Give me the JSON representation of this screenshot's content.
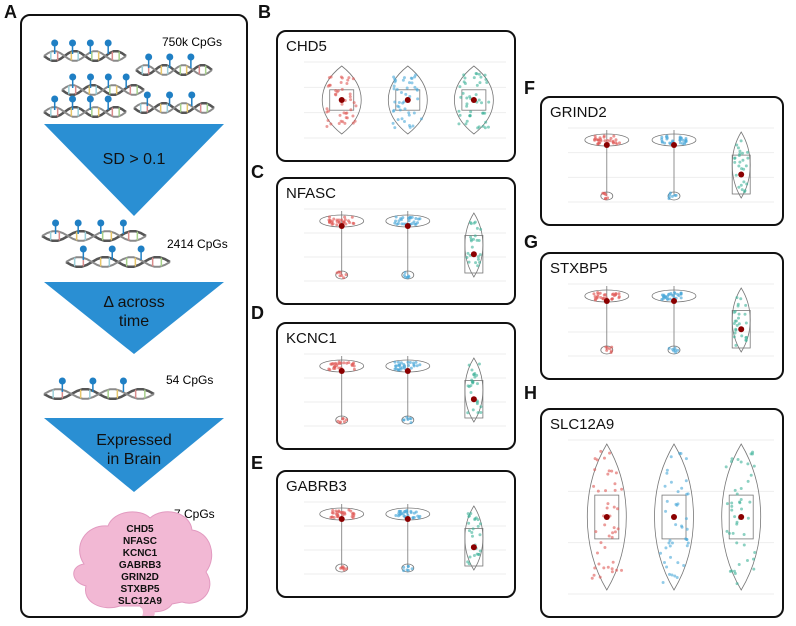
{
  "panel_a": {
    "letter": "A",
    "steps": [
      {
        "count": "750k CpGs"
      },
      {
        "filter": [
          "SD > 0.1"
        ]
      },
      {
        "count": "2414 CpGs"
      },
      {
        "filter": [
          "Δ across",
          "time"
        ]
      },
      {
        "count": "54 CpGs"
      },
      {
        "filter": [
          "Expressed",
          "in Brain"
        ]
      },
      {
        "count": "7 CpGs"
      }
    ],
    "brain_genes": [
      "CHD5",
      "NFASC",
      "KCNC1",
      "GABRB3",
      "GRIN2D",
      "STXBP5",
      "SLC12A9"
    ],
    "colors": {
      "arrow": "#2a8fd3",
      "brain": "#f2b8d4",
      "dna": "#555555",
      "cpg_dot": "#1f7fc4"
    }
  },
  "panels": [
    {
      "letter": "B",
      "title": "CHD5",
      "shape": "wide"
    },
    {
      "letter": "C",
      "title": "NFASC",
      "shape": "bimodal"
    },
    {
      "letter": "D",
      "title": "KCNC1",
      "shape": "bimodal"
    },
    {
      "letter": "E",
      "title": "GABRB3",
      "shape": "bimodal"
    },
    {
      "letter": "F",
      "title": "GRIND2",
      "shape": "bimodal"
    },
    {
      "letter": "G",
      "title": "STXBP5",
      "shape": "bimodal"
    },
    {
      "letter": "H",
      "title": "SLC12A9",
      "shape": "wide"
    }
  ],
  "group_colors": [
    "#e05a57",
    "#4aa8d8",
    "#3fb39a"
  ]
}
